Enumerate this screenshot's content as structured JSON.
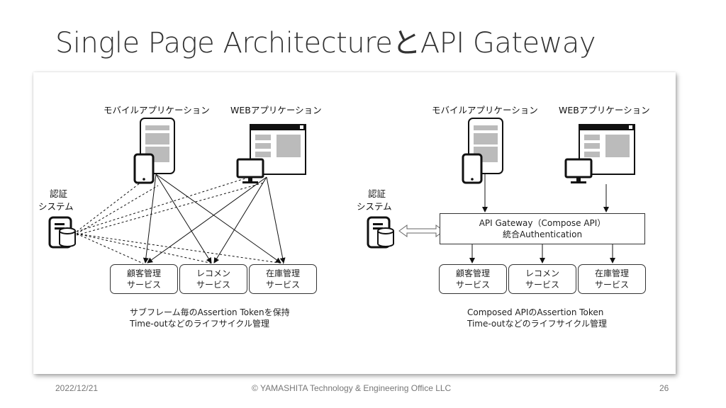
{
  "slide": {
    "title": "Single Page ArchitectureとAPI Gateway",
    "date": "2022/12/21",
    "copyright": "© YAMASHITA Technology & Engineering Office LLC",
    "page_number": "26"
  },
  "left": {
    "mobile_label": "モバイルアプリケーション",
    "web_label": "WEBアプリケーション",
    "auth_line1": "認証",
    "auth_line2": "システム",
    "services": [
      {
        "line1": "顧客管理",
        "line2": "サービス"
      },
      {
        "line1": "レコメン",
        "line2": "サービス"
      },
      {
        "line1": "在庫管理",
        "line2": "サービス"
      }
    ],
    "caption_line1": "サブフレーム毎のAssertion Tokenを保持",
    "caption_line2": "Time-outなどのライフサイクル管理"
  },
  "right": {
    "mobile_label": "モバイルアプリケーション",
    "web_label": "WEBアプリケーション",
    "auth_line1": "認証",
    "auth_line2": "システム",
    "gateway_line1": "API Gateway（Compose API）",
    "gateway_line2": "統合Authentication",
    "services": [
      {
        "line1": "顧客管理",
        "line2": "サービス"
      },
      {
        "line1": "レコメン",
        "line2": "サービス"
      },
      {
        "line1": "在庫管理",
        "line2": "サービス"
      }
    ],
    "caption_line1": "Composed APIのAssertion Token",
    "caption_line2": "Time-outなどのライフサイクル管理"
  }
}
